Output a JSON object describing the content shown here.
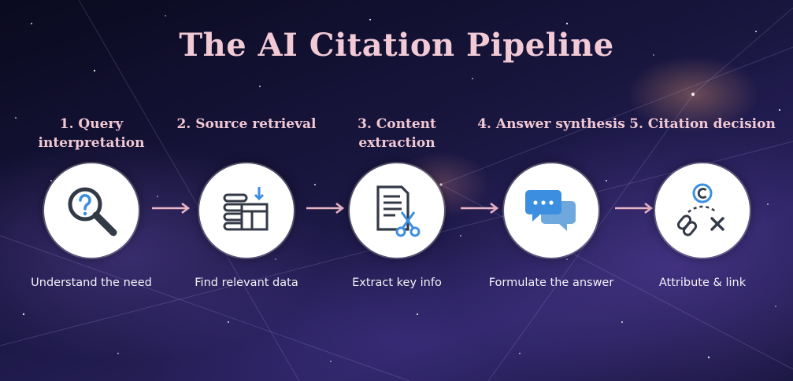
{
  "title": "The AI Citation Pipeline",
  "steps": [
    {
      "title": "1. Query interpretation",
      "caption": "Understand the need",
      "icon": "magnifier-question-icon"
    },
    {
      "title": "2. Source retrieval",
      "caption": "Find relevant data",
      "icon": "database-retrieval-icon"
    },
    {
      "title": "3. Content extraction",
      "caption": "Extract key info",
      "icon": "document-scissors-icon"
    },
    {
      "title": "4. Answer synthesis",
      "caption": "Formulate the answer",
      "icon": "chat-bubbles-icon"
    },
    {
      "title": "5. Citation decision",
      "caption": "Attribute & link",
      "icon": "citation-link-icon"
    }
  ],
  "colors": {
    "title": "#f1cad6",
    "step_title": "#f0c8d4",
    "caption": "#f2f2f6",
    "arrow": "#e9b5c5",
    "icon_dark": "#333a47",
    "icon_accent": "#3c8fe0"
  }
}
